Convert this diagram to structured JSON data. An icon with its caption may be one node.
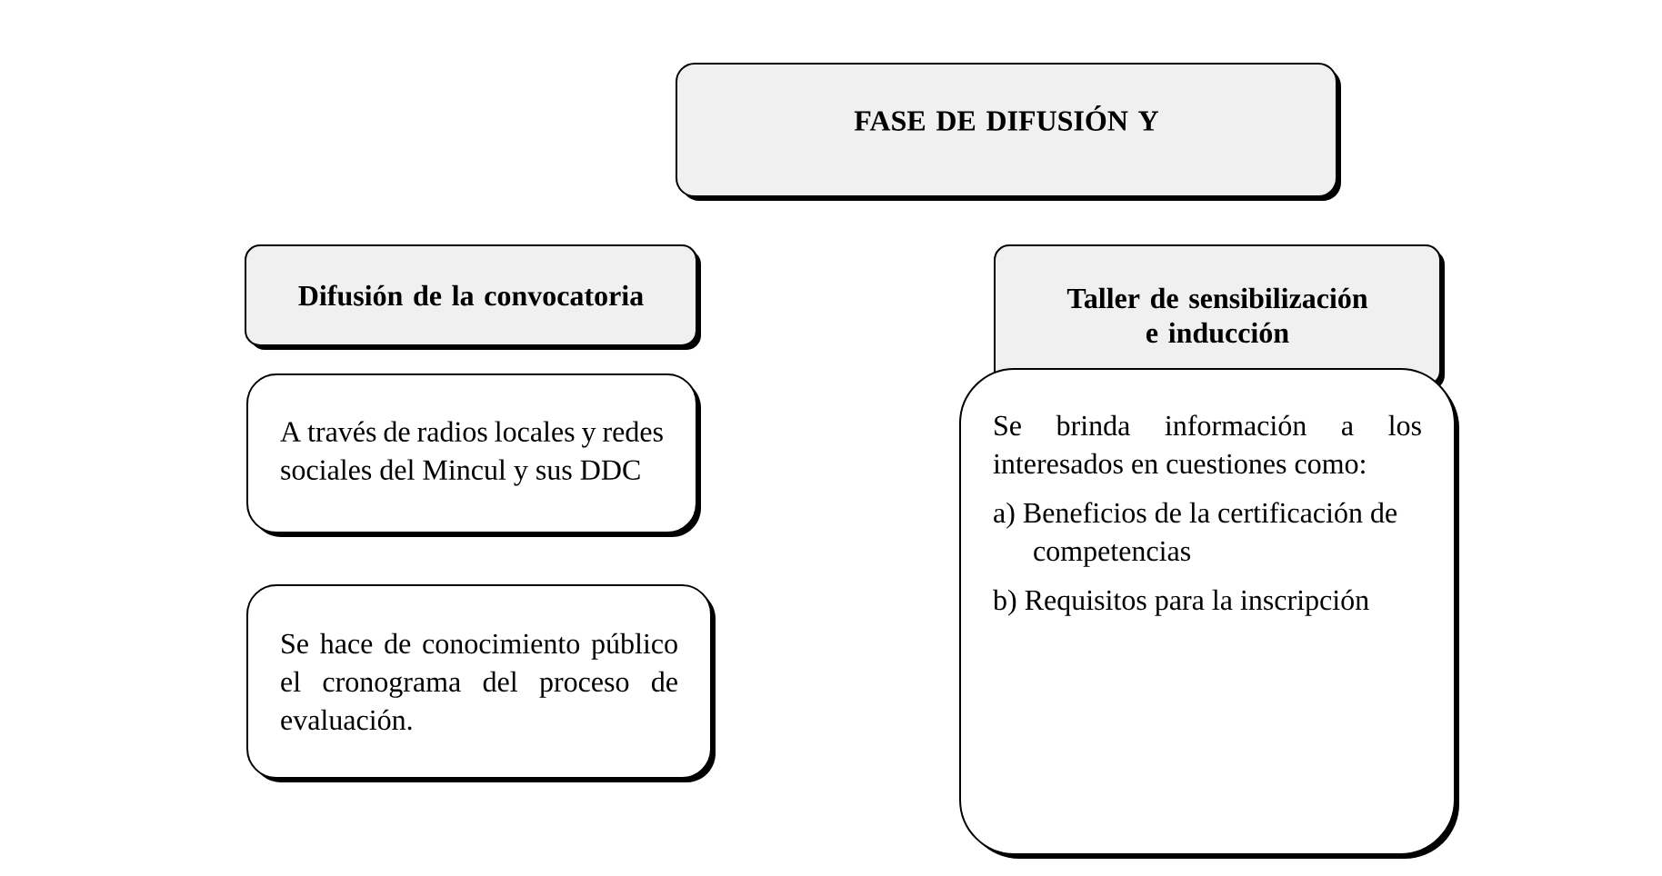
{
  "diagram": {
    "nodes": [
      {
        "text": [
          "FASE DE DIFUSIÓN Y"
        ]
      },
      {
        "text": [
          "Difusión de la convocatoria"
        ]
      },
      {
        "text": [
          "A través de radios locales y redes sociales del Mincul  y sus DDC"
        ]
      },
      {
        "text": [
          "Se hace de conocimiento público el cronograma del proceso de evaluación."
        ]
      },
      {
        "text": [
          "Taller de sensibilización e inducción"
        ]
      },
      {
        "text": [
          "Se brinda información a los interesados en cuestiones como:",
          "a) Beneficios de la certificación de competencias",
          "b) Requisitos para la inscripción"
        ]
      }
    ]
  }
}
